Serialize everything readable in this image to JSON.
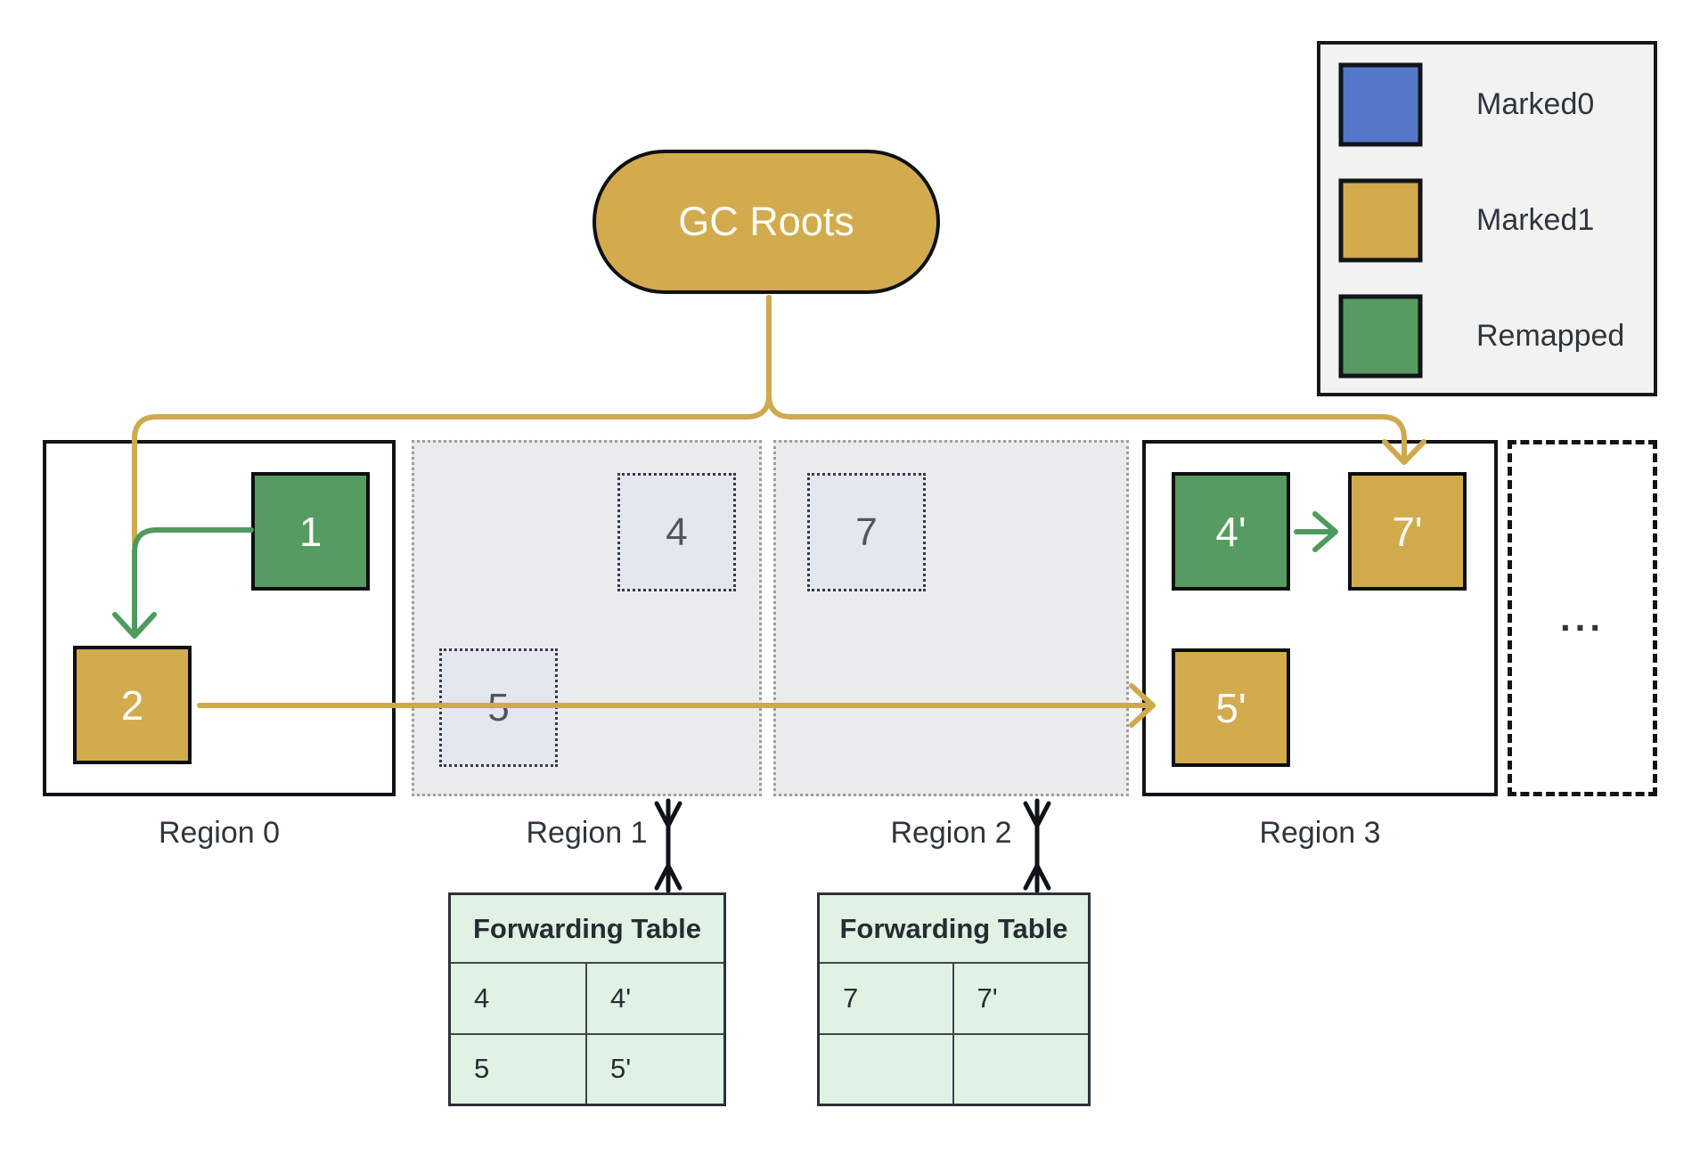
{
  "colors": {
    "marked0_blue": "#5477c8",
    "marked1_gold": "#d2ab4e",
    "remapped_green": "#569b62",
    "edge_gold": "#cfa94e",
    "edge_green": "#4f9a5e",
    "evacuated_region_bg": "#ebebed",
    "stale_object_bg": "#e4e6f0",
    "forwarding_table_bg": "#dff2e3",
    "legend_bg": "#f2f2f2",
    "text_dark": "#2f353c"
  },
  "gc_roots": {
    "label": "GC Roots"
  },
  "legend": {
    "items": [
      {
        "label": "Marked0",
        "color": "#5477c8"
      },
      {
        "label": "Marked1",
        "color": "#d2ab4e"
      },
      {
        "label": "Remapped",
        "color": "#569b62"
      }
    ]
  },
  "regions": [
    {
      "label": "Region 0"
    },
    {
      "label": "Region 1"
    },
    {
      "label": "Region 2"
    },
    {
      "label": "Region 3"
    }
  ],
  "objects": {
    "obj1": "1",
    "obj2": "2",
    "obj4": "4",
    "obj5": "5",
    "obj7": "7",
    "obj4p": "4'",
    "obj7p": "7'",
    "obj5p": "5'"
  },
  "ellipsis": "...",
  "tables": [
    {
      "title": "Forwarding Table",
      "rows": [
        [
          "4",
          "4'"
        ],
        [
          "5",
          "5'"
        ]
      ]
    },
    {
      "title": "Forwarding Table",
      "rows": [
        [
          "7",
          "7'"
        ],
        [
          "",
          ""
        ]
      ]
    }
  ]
}
